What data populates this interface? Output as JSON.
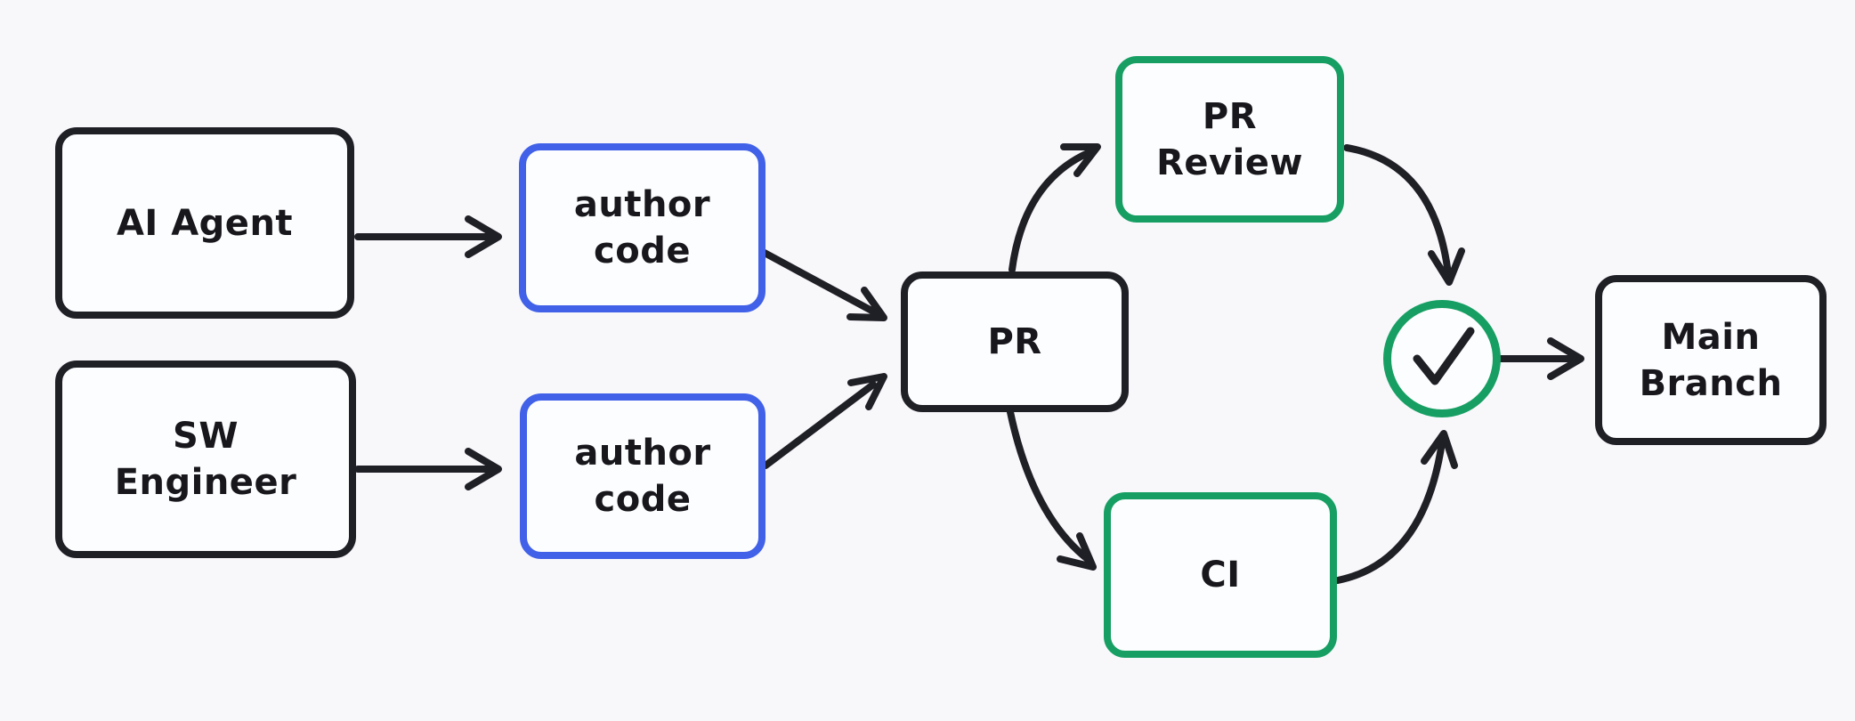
{
  "diagram": {
    "colors": {
      "background": "#f8f8fb",
      "node_fill": "#fcfdfe",
      "stroke": "#1f1f26",
      "accent_blue": "#4161e8",
      "accent_green": "#179f63"
    },
    "nodes": {
      "ai_agent": {
        "label": "AI Agent",
        "border": "black"
      },
      "sw_engineer": {
        "label": "SW\nEngineer",
        "border": "black"
      },
      "author_code_1": {
        "label": "author\ncode",
        "border": "blue"
      },
      "author_code_2": {
        "label": "author\ncode",
        "border": "blue"
      },
      "pr": {
        "label": "PR",
        "border": "black"
      },
      "pr_review": {
        "label": "PR\nReview",
        "border": "green"
      },
      "ci": {
        "label": "CI",
        "border": "green"
      },
      "approval": {
        "icon": "check",
        "border": "green"
      },
      "main_branch": {
        "label": "Main\nBranch",
        "border": "black"
      }
    },
    "edges": [
      {
        "from": "ai_agent",
        "to": "author_code_1"
      },
      {
        "from": "sw_engineer",
        "to": "author_code_2"
      },
      {
        "from": "author_code_1",
        "to": "pr"
      },
      {
        "from": "author_code_2",
        "to": "pr"
      },
      {
        "from": "pr",
        "to": "pr_review"
      },
      {
        "from": "pr",
        "to": "ci"
      },
      {
        "from": "pr_review",
        "to": "approval"
      },
      {
        "from": "ci",
        "to": "approval"
      },
      {
        "from": "approval",
        "to": "main_branch"
      }
    ]
  }
}
